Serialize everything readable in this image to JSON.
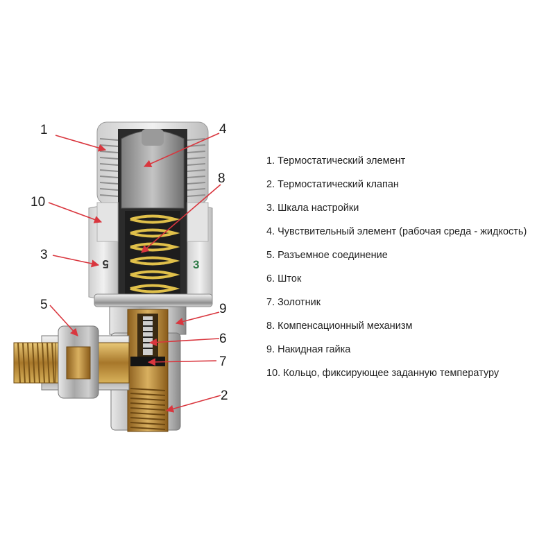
{
  "callouts": [
    "1",
    "2",
    "3",
    "4",
    "5",
    "6",
    "7",
    "8",
    "9",
    "10"
  ],
  "legend": [
    "1. Термостатический элемент",
    "2. Термостатический клапан",
    "3. Шкала настройки",
    "4. Чувствительный элемент (рабочая среда - жидкость)",
    "5. Разъемное соединение",
    "6. Шток",
    "7. Золотник",
    "8. Компенсационный механизм",
    "9. Накидная гайка",
    "10. Кольцо, фиксирующее заданную температуру"
  ],
  "dial_digits": [
    "5",
    "3"
  ],
  "colors": {
    "arrow": "#d9363e",
    "brass": "#c49a3a",
    "chrome": "#c8c8c8",
    "head": "#d9d9d9"
  }
}
